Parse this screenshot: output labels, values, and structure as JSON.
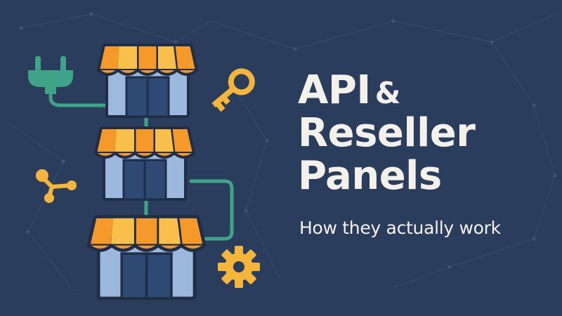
{
  "headline": {
    "line1_word": "API",
    "line1_amp": "&",
    "line2": "Reseller",
    "line3": "Panels"
  },
  "subtitle": "How they actually work",
  "icons": [
    "plug-icon",
    "key-icon",
    "share-icon",
    "gear-icon",
    "storefront-icon"
  ],
  "colors": {
    "background": "#2b3d5c",
    "awning_orange": "#f59a2a",
    "awning_yellow": "#f8c04a",
    "wall_blue": "#9cb8dd",
    "door_navy": "#2f4a72",
    "connector_teal": "#3fa487",
    "accent_yellow": "#f4b63a",
    "text": "#f4f1ea"
  }
}
